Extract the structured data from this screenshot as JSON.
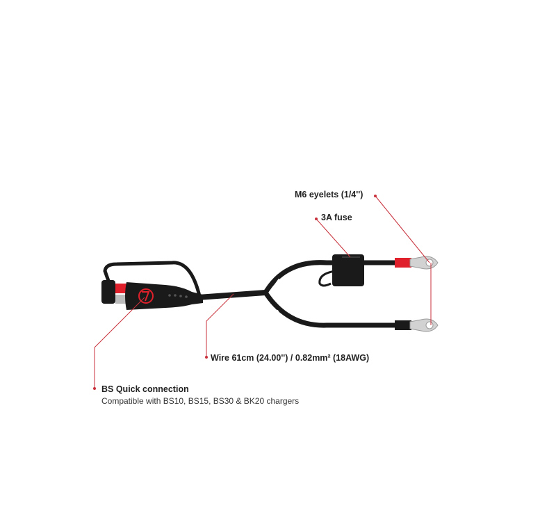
{
  "labels": {
    "eyelets": "M6 eyelets (1/4'')",
    "fuse": "3A fuse",
    "wire": "Wire 61cm (24.00'') / 0.82mm² (18AWG)",
    "connector_title": "BS Quick connection",
    "connector_sub": "Compatible with BS10, BS15, BS30 & BK20 chargers"
  },
  "colors": {
    "wire": "#1a1a1a",
    "accent": "#e0202a",
    "callout": "#c8313b",
    "terminal": "#d2d2d2"
  }
}
